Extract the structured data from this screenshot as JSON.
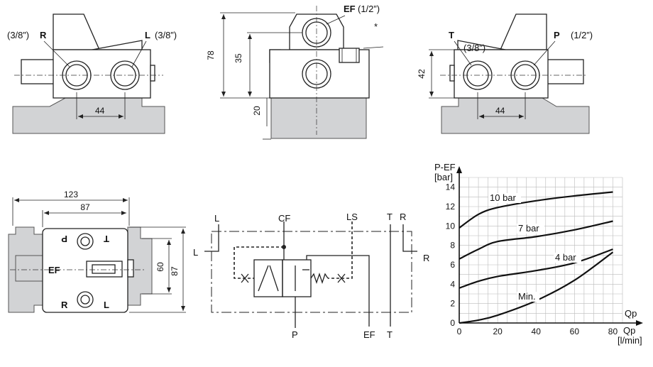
{
  "top_left_view": {
    "port_r": "R",
    "port_r_size": "(3/8”)",
    "port_l": "L",
    "port_l_size": "(3/8”)",
    "dim_44": "44"
  },
  "top_middle_view": {
    "port_ef": "EF",
    "port_ef_size": "(1/2”)",
    "asterisk": "*",
    "dim_78": "78",
    "dim_35": "35",
    "dim_20": "20"
  },
  "top_right_view": {
    "port_t": "T",
    "port_t_size": "(3/8”)",
    "port_p": "P",
    "port_p_size": "(1/2”)",
    "dim_42": "42",
    "dim_44": "44"
  },
  "bottom_left_view": {
    "dim_123": "123",
    "dim_87_top": "87",
    "dim_60": "60",
    "dim_87_side": "87",
    "port_p_mirror": "P",
    "port_t_mirror": "T",
    "port_ef": "EF",
    "port_r": "R",
    "port_l": "L"
  },
  "schematic": {
    "cf": "CF",
    "ls": "LS",
    "l_top": "L",
    "l_left": "L",
    "t_top": "T",
    "r_top": "R",
    "r_right": "R",
    "p_bottom": "P",
    "ef_bottom": "EF",
    "t_bottom": "T"
  },
  "chart_data": {
    "type": "line",
    "ylabel": "P-EF\n[bar]",
    "ylabel_line1": "P-EF",
    "ylabel_line2": "[bar]",
    "xlabel_arrow": "Qp",
    "xlabel_line1": "Qp",
    "xlabel_line2": "[l/min]",
    "xlim": [
      0,
      85
    ],
    "ylim": [
      0,
      15
    ],
    "x_ticks": [
      0,
      20,
      40,
      60,
      80
    ],
    "y_ticks": [
      0,
      2,
      4,
      6,
      8,
      10,
      12,
      14
    ],
    "grid": true,
    "series": [
      {
        "name": "10 bar",
        "x": [
          0,
          10,
          20,
          40,
          60,
          80
        ],
        "y": [
          9.8,
          11.2,
          11.9,
          12.6,
          13.1,
          13.5
        ]
      },
      {
        "name": "7 bar",
        "x": [
          0,
          10,
          20,
          40,
          60,
          80
        ],
        "y": [
          6.6,
          7.6,
          8.4,
          8.9,
          9.6,
          10.5
        ]
      },
      {
        "name": "4 bar",
        "x": [
          0,
          10,
          20,
          40,
          60,
          80
        ],
        "y": [
          3.6,
          4.3,
          4.8,
          5.4,
          6.2,
          7.6
        ]
      },
      {
        "name": "Min.",
        "x": [
          0,
          10,
          20,
          40,
          60,
          80
        ],
        "y": [
          0.0,
          0.3,
          0.8,
          2.3,
          4.4,
          7.3
        ]
      }
    ]
  }
}
